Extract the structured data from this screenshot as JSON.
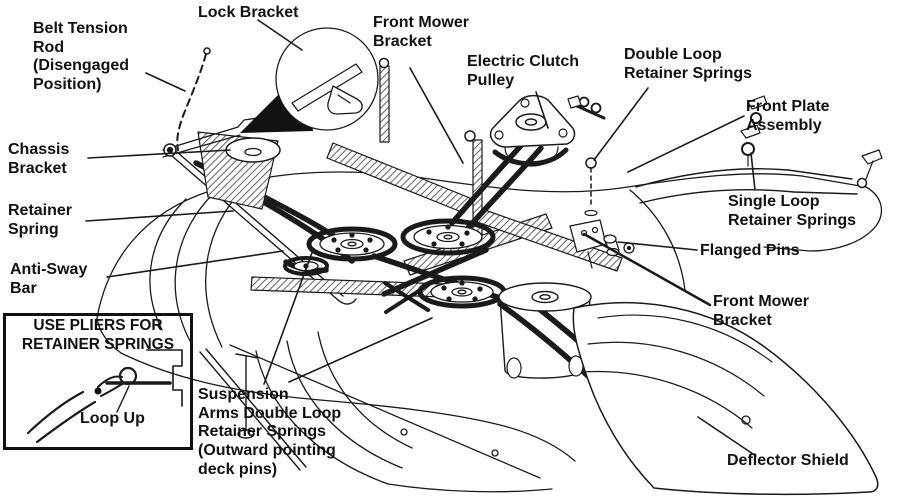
{
  "figure": {
    "type": "technical-line-diagram",
    "subject": "Riding mower deck belt, pulley and suspension assembly",
    "background_color": "#ffffff",
    "ink_color": "#1a1a1a"
  },
  "labels": {
    "belt_tension_rod": "Belt Tension\nRod\n(Disengaged\nPosition)",
    "lock_bracket": "Lock Bracket",
    "front_mower_bracket_top": "Front Mower\nBracket",
    "electric_clutch_pulley": "Electric Clutch\nPulley",
    "double_loop_retainer_springs": "Double Loop\nRetainer Springs",
    "front_plate_assembly": "Front Plate\nAssembly",
    "chassis_bracket": "Chassis\nBracket",
    "single_loop_retainer_springs": "Single Loop\nRetainer Springs",
    "retainer_spring": "Retainer\nSpring",
    "flanged_pins": "Flanged Pins",
    "anti_sway_bar": "Anti-Sway\nBar",
    "front_mower_bracket_right": "Front Mower\nBracket",
    "suspension_arms": "Suspension\nArms Double Loop\nRetainer Springs\n(Outward pointing\ndeck pins)",
    "deflector_shield": "Deflector Shield",
    "inset_title": "USE PLIERS FOR\nRETAINER SPRINGS",
    "loop_up": "Loop Up"
  }
}
